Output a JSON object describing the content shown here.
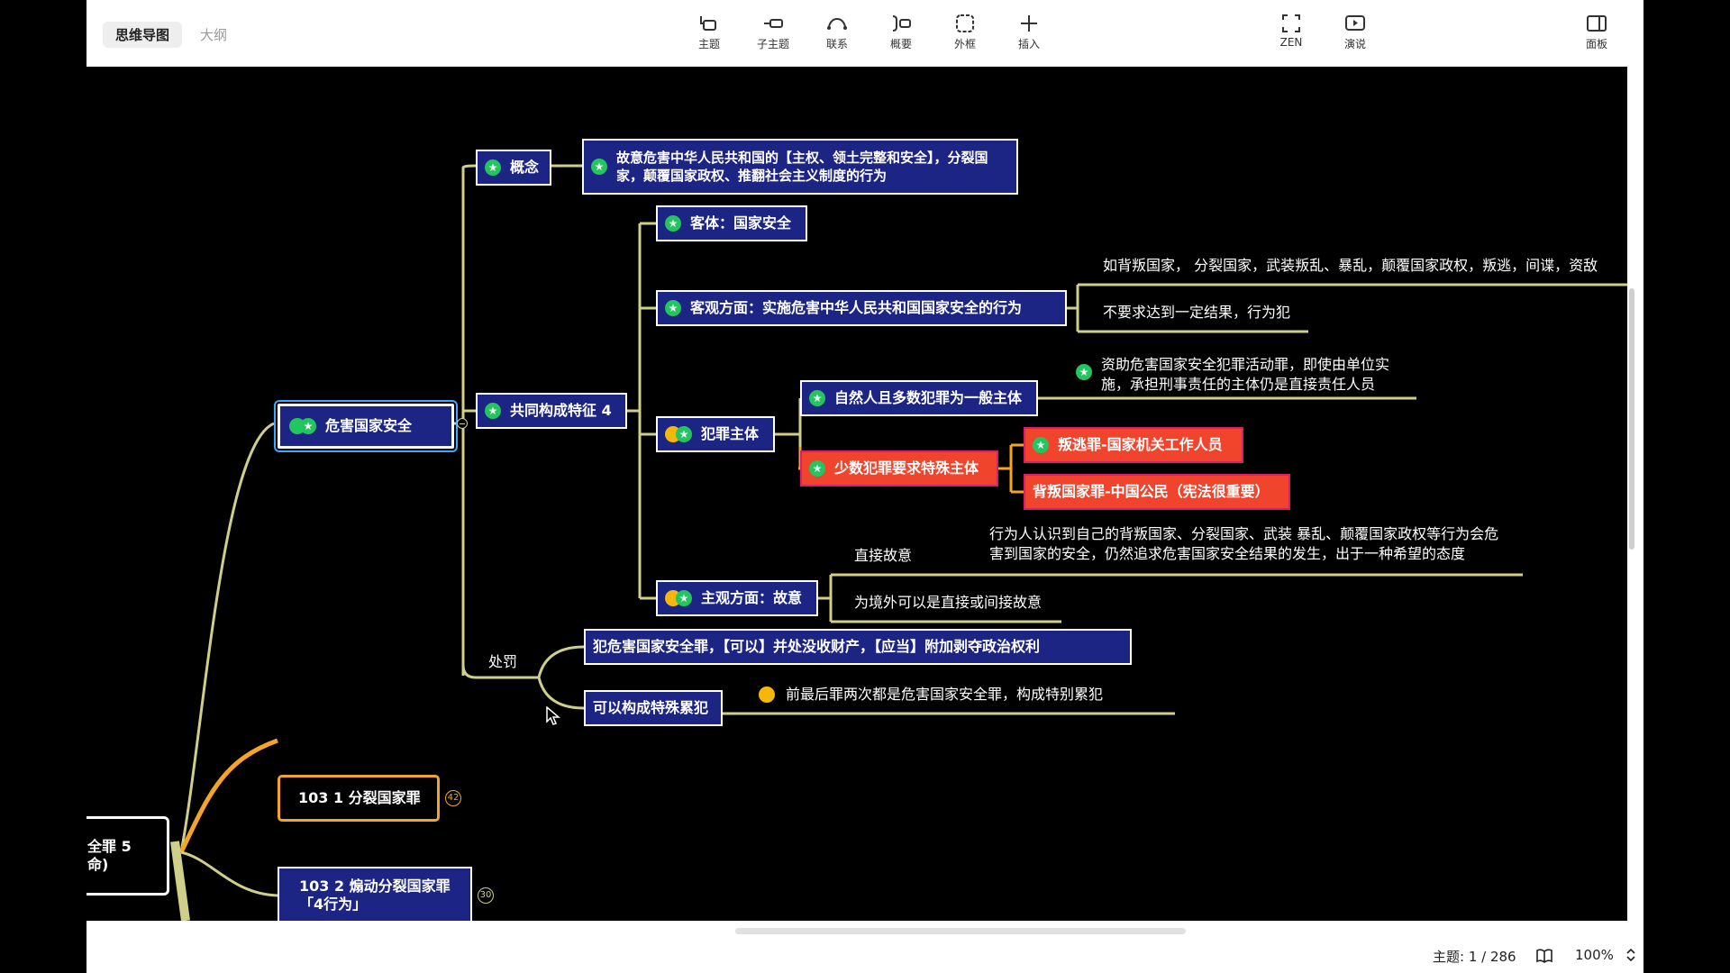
{
  "toolbar": {
    "views": [
      {
        "label": "思维导图"
      },
      {
        "label": "大纲"
      }
    ],
    "tools": [
      {
        "label": "主题"
      },
      {
        "label": "子主题"
      },
      {
        "label": "联系"
      },
      {
        "label": "概要"
      },
      {
        "label": "外框"
      },
      {
        "label": "插入"
      }
    ],
    "right_tools": [
      {
        "label": "ZEN"
      },
      {
        "label": "演说"
      }
    ],
    "panel_label": "面板"
  },
  "mindmap": {
    "root_left": {
      "line1": "全罪 5",
      "line2": "命)"
    },
    "danger": "危害国家安全",
    "concept": "概念",
    "concept_def": "故意危害中华人民共和国的【主权、领土完整和安全】，分裂国家，颠覆国家政权、推翻社会主义制度的行为",
    "common": "共同构成特征 4",
    "object": "客体：国家安全",
    "objective": "客观方面：实施危害中华人民共和国国家安全的行为",
    "objective_ex1": "如背叛国家， 分裂国家，武装叛乱、暴乱，颠覆国家政权，叛逃，间谍，资敌",
    "objective_ex2": "不要求达到一定结果，行为犯",
    "subject": "犯罪主体",
    "subject_natural": "自然人且多数犯罪为一般主体",
    "subject_note": "资助危害国家安全犯罪活动罪，即使由单位实施，承担刑事责任的主体仍是直接责任人员",
    "subject_special": "少数犯罪要求特殊主体",
    "special_1": "叛逃罪-国家机关工作人员",
    "special_2": "背叛国家罪-中国公民（宪法很重要）",
    "subjective": "主观方面：故意",
    "direct_intent": "直接故意",
    "direct_desc": "行为人认识到自己的背叛国家、分裂国家、武装 暴乱、颠覆国家政权等行为会危害到国家的安全，仍然追求危害国家安全结果的发生，出于一种希望的态度",
    "outside": "为境外可以是直接或间接故意",
    "penalty": "处罚",
    "penalty_1": "犯危害国家安全罪，【可以】并处没收财产，【应当】附加剥夺政治权利",
    "penalty_2": "可以构成特殊累犯",
    "penalty_2_note": "前最后罪两次都是危害国家安全罪，构成特别累犯",
    "crime_103_1": "103 1 分裂国家罪",
    "crime_103_1_count": "42",
    "crime_103_2_line1": "103 2 煽动分裂国家罪",
    "crime_103_2_line2": "「4行为」",
    "crime_103_2_count": "30"
  },
  "status": {
    "topic_count": "主题: 1 / 286",
    "zoom": "100%"
  },
  "colors": {
    "node_blue": "#1d2584",
    "node_red": "#f0442c",
    "branch_line": "#cfcf8a",
    "gold_line": "#f5a524",
    "star_green": "#22c55e",
    "dot_yellow": "#f5b80a"
  }
}
